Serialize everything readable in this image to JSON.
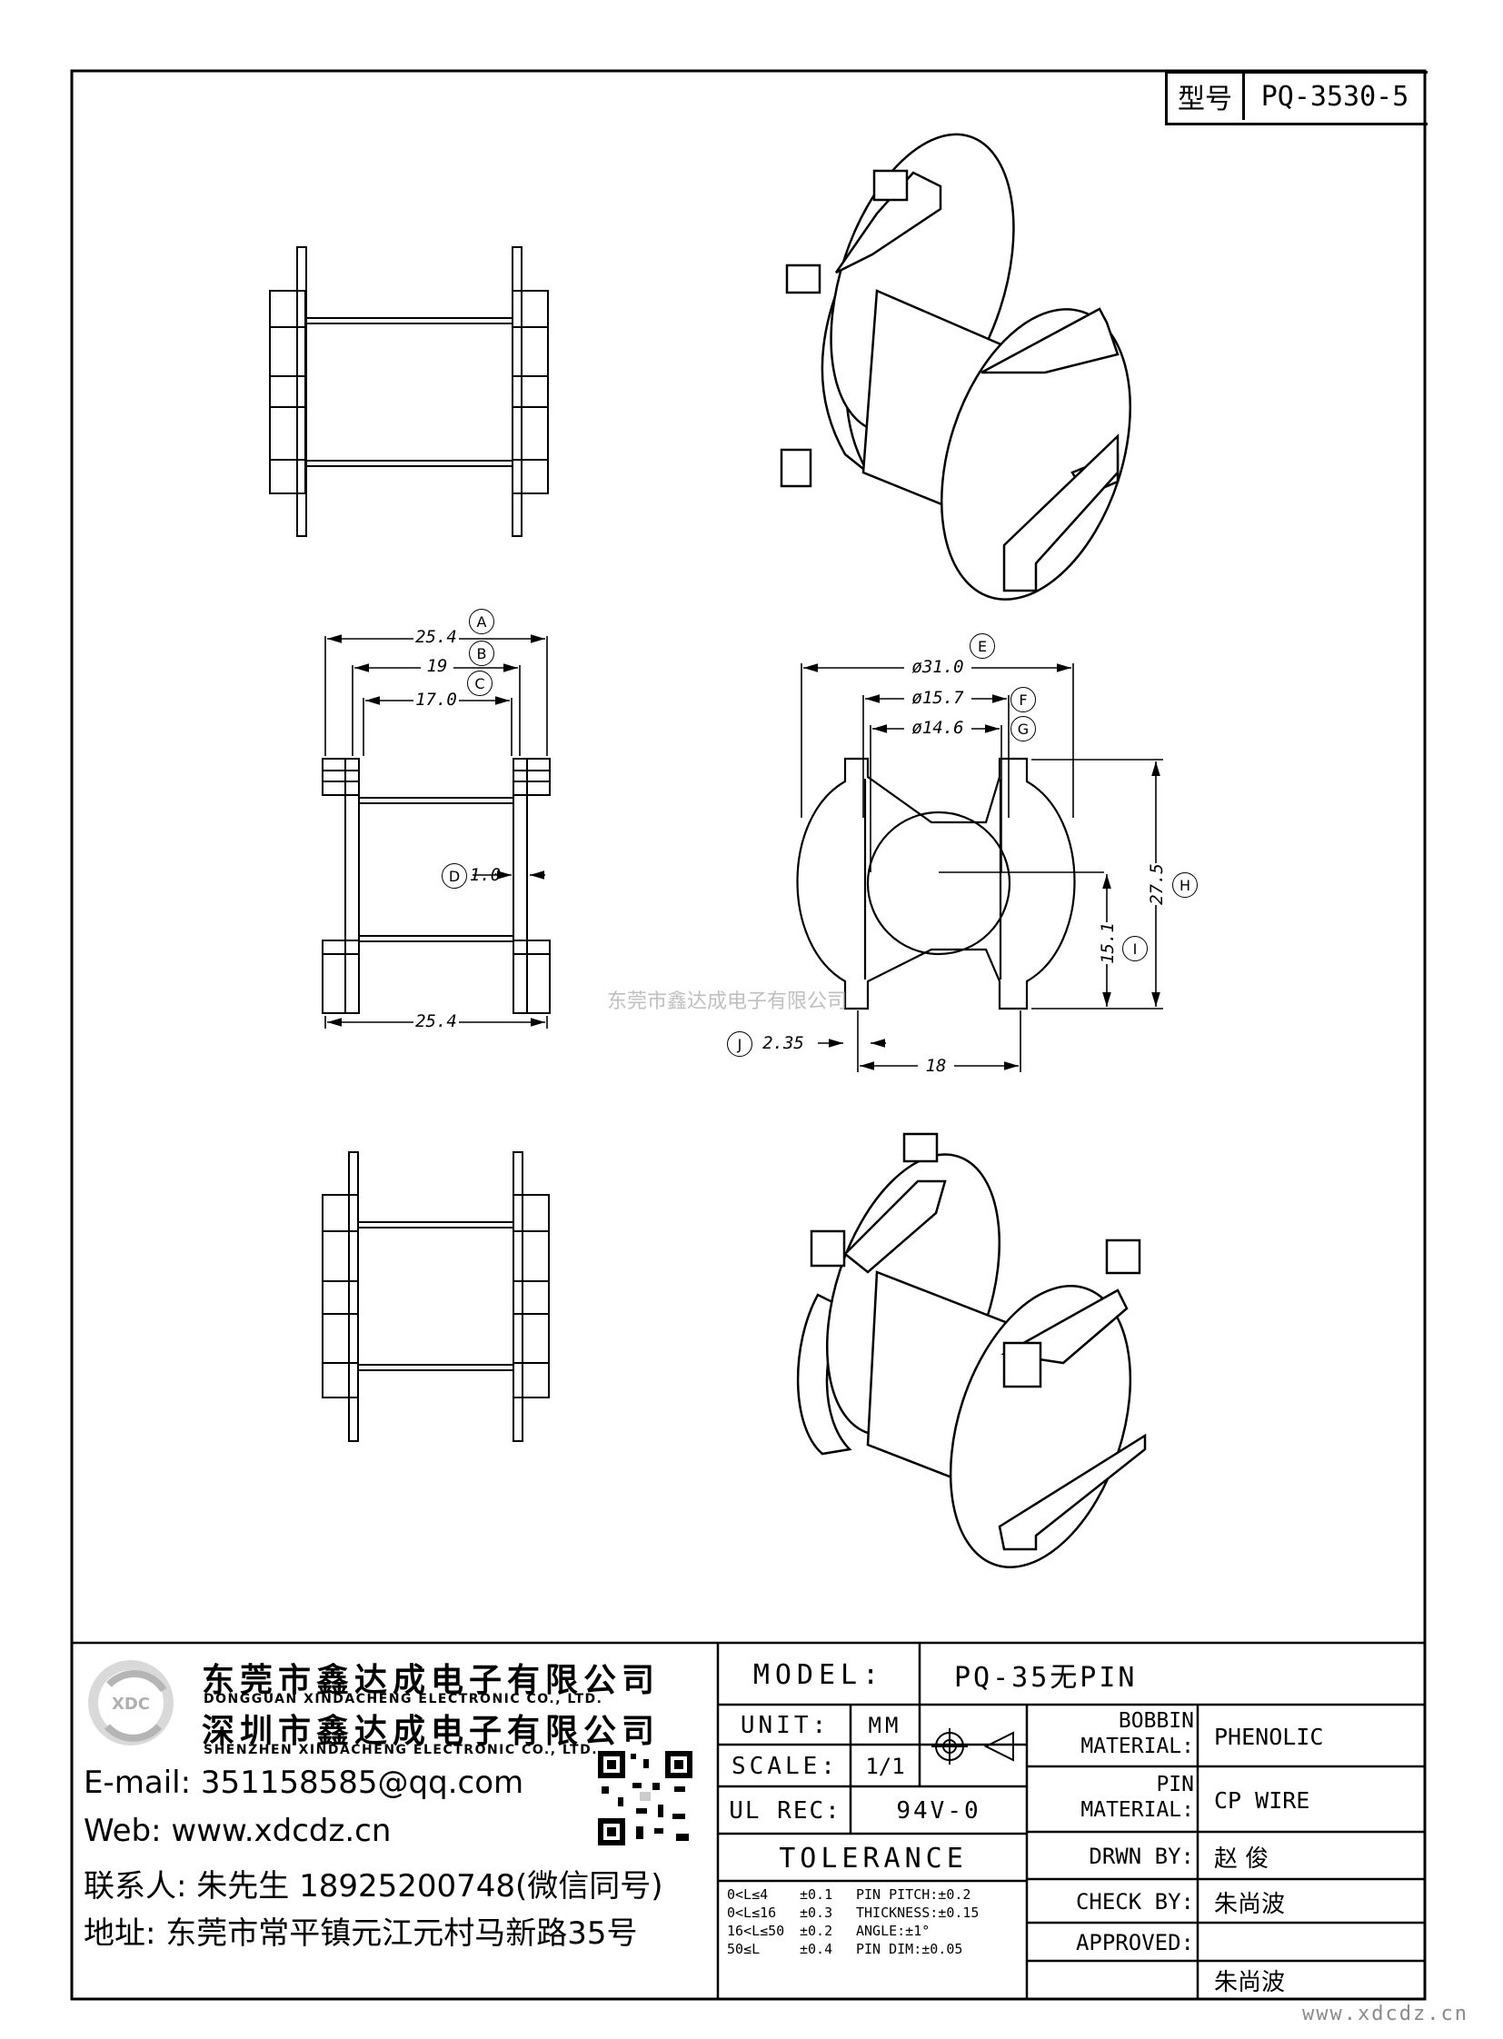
{
  "header": {
    "type_label": "型号",
    "type_value": "PQ-3530-5"
  },
  "dimensions": {
    "A": {
      "tag": "A",
      "value": "25.4"
    },
    "B": {
      "tag": "B",
      "value": "19"
    },
    "C": {
      "tag": "C",
      "value": "17.0"
    },
    "D": {
      "tag": "D",
      "value": "1.0"
    },
    "bottom_width": "25.4",
    "E": {
      "tag": "E",
      "value": "ø31.0"
    },
    "F": {
      "tag": "F",
      "value": "ø15.7"
    },
    "G": {
      "tag": "G",
      "value": "ø14.6"
    },
    "H": {
      "tag": "H",
      "value": "27.5"
    },
    "I": {
      "tag": "I",
      "value": "15.1"
    },
    "J": {
      "tag": "J",
      "value": "2.35"
    },
    "slot_width": "18"
  },
  "watermark": "东莞市鑫达成电子有限公司",
  "company": {
    "logo_text": "XDC",
    "name_dg": "东莞市鑫达成电子有限公司",
    "name_dg_en": "DONGGUAN XINDACHENG ELECTRONIC CO., LTD.",
    "name_sz": "深圳市鑫达成电子有限公司",
    "name_sz_en": "SHENZHEN XINDACHENG ELECTRONIC CO., LTD.",
    "email": "E-mail: 351158585@qq.com",
    "web": "Web: www.xdcdz.cn",
    "contact": "联系人: 朱先生 18925200748(微信同号)",
    "address": "地址: 东莞市常平镇元江元村马新路35号"
  },
  "title_block": {
    "model_label": "MODEL:",
    "model_value": "PQ-35无PIN",
    "unit_label": "UNIT:",
    "unit_value": "MM",
    "scale_label": "SCALE:",
    "scale_value": "1/1",
    "ul_label": "UL REC:",
    "ul_value": "94V-0",
    "tolerance_label": "TOLERANCE",
    "tolerance_rows": [
      {
        "range": "0<L≤4",
        "tol": "±0.1",
        "spec": "PIN PITCH:±0.2"
      },
      {
        "range": "0<L≤16",
        "tol": "±0.3",
        "spec": "THICKNESS:±0.15"
      },
      {
        "range": "16<L≤50",
        "tol": "±0.2",
        "spec": "ANGLE:±1°"
      },
      {
        "range": "50≤L",
        "tol": "±0.4",
        "spec": "PIN DIM:±0.05"
      }
    ],
    "bobbin_label_1": "BOBBIN",
    "bobbin_label_2": "MATERIAL:",
    "bobbin_value": "PHENOLIC",
    "pin_label_1": "PIN",
    "pin_label_2": "MATERIAL:",
    "pin_value": "CP WIRE",
    "drawn_label": "DRWN BY:",
    "drawn_value": "赵 俊",
    "check_label": "CHECK BY:",
    "check_value": "朱尚波",
    "approved_label": "APPROVED:",
    "approved_value": "朱尚波"
  },
  "footer_url": "www.xdcdz.cn"
}
